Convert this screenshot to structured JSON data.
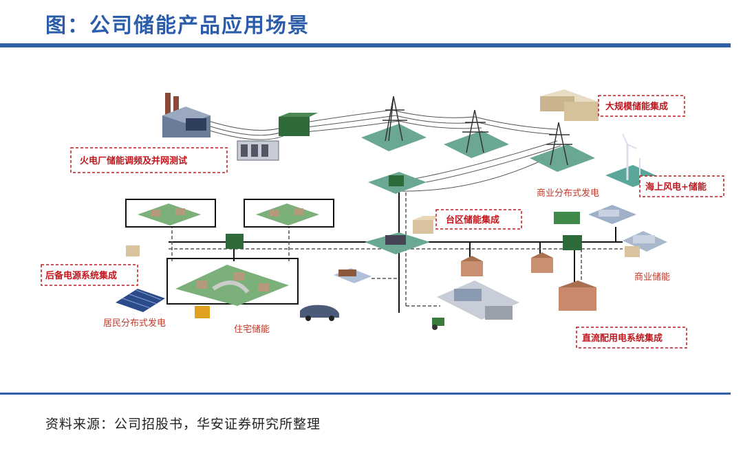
{
  "title": "图：公司储能产品应用场景",
  "source": "资料来源：公司招股书，华安证券研究所整理",
  "labels": {
    "thermal": "火电厂储能调频及并网测试",
    "large_scale": "大规模储能集成",
    "offshore_wind": "海上风电+储能",
    "commercial_pv": "商业分布式发电",
    "district": "台区储能集成",
    "backup": "后备电源系统集成",
    "resident_pv": "居民分布式发电",
    "residential": "住宅储能",
    "commercial_storage": "商业储能",
    "dc_system": "直流配用电系统集成"
  },
  "colors": {
    "accent": "#2e5fa8",
    "label_red": "#c0161c"
  }
}
